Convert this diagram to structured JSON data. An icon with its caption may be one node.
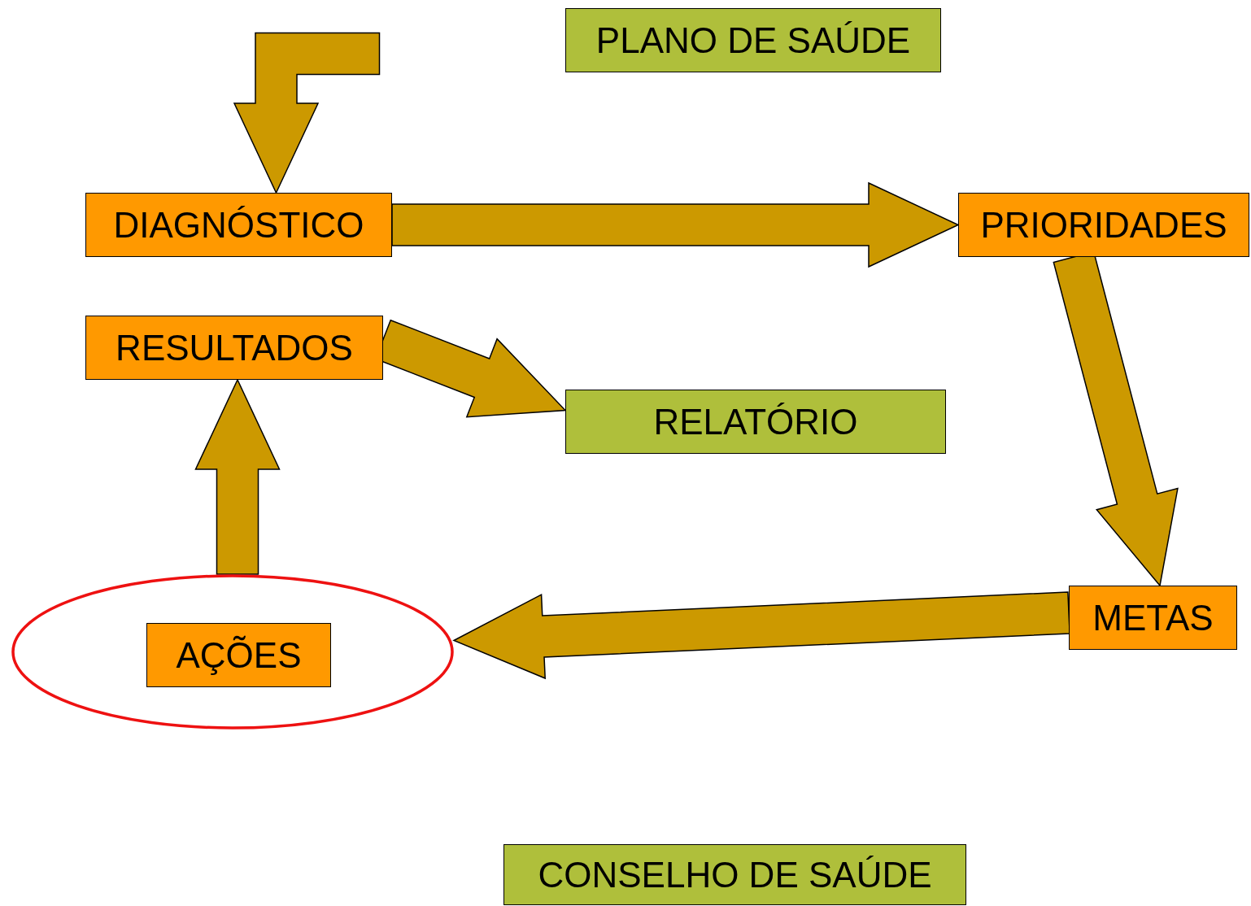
{
  "diagram": {
    "nodes": [
      {
        "text": [
          "PLANO DE SAÚDE"
        ]
      },
      {
        "text": [
          "DIAGNÓSTICO"
        ]
      },
      {
        "text": [
          "PRIORIDADES"
        ]
      },
      {
        "text": [
          "RESULTADOS"
        ]
      },
      {
        "text": [
          "RELATÓRIO"
        ]
      },
      {
        "text": [],
        "shape": "ellipse"
      },
      {
        "text": [
          "AÇÕES"
        ],
        "in": 5
      },
      {
        "text": [
          "METAS"
        ]
      },
      {
        "text": [
          "CONSELHO DE SAÚDE"
        ]
      }
    ],
    "edges": [
      {
        "from": null,
        "to": 1,
        "arrow": "to"
      },
      {
        "from": 1,
        "to": 2,
        "arrow": "to"
      },
      {
        "from": 2,
        "to": 7,
        "arrow": "to"
      },
      {
        "from": 7,
        "to": 5,
        "arrow": "to"
      },
      {
        "from": 5,
        "to": 3,
        "arrow": "to"
      },
      {
        "from": 3,
        "to": 4,
        "arrow": "to"
      }
    ]
  }
}
